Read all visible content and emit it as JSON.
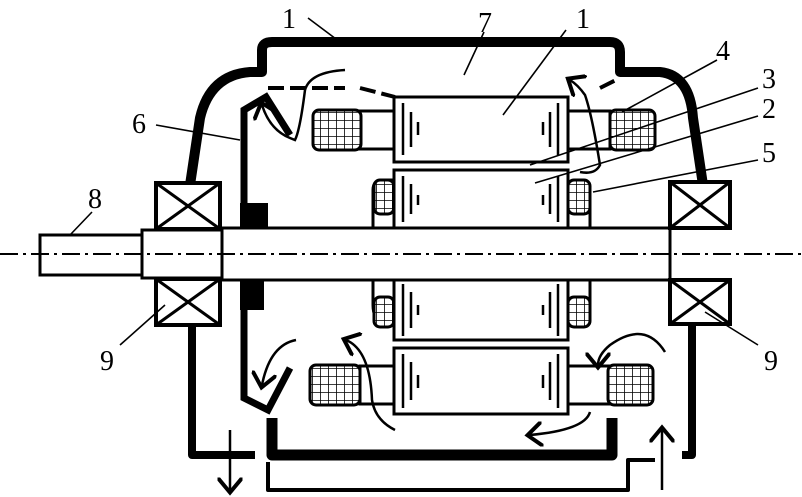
{
  "figure": {
    "labels": {
      "housing_left": "1",
      "vent_chamber": "7",
      "stator_core": "1",
      "stator_winding": "4",
      "air_gap": "3",
      "rotor_core": "2",
      "rotor_end_ring": "5",
      "fan": "6",
      "shaft": "8",
      "bearing_left": "9",
      "bearing_right": "9"
    },
    "colors": {
      "ink": "#000000",
      "background": "#ffffff"
    }
  }
}
